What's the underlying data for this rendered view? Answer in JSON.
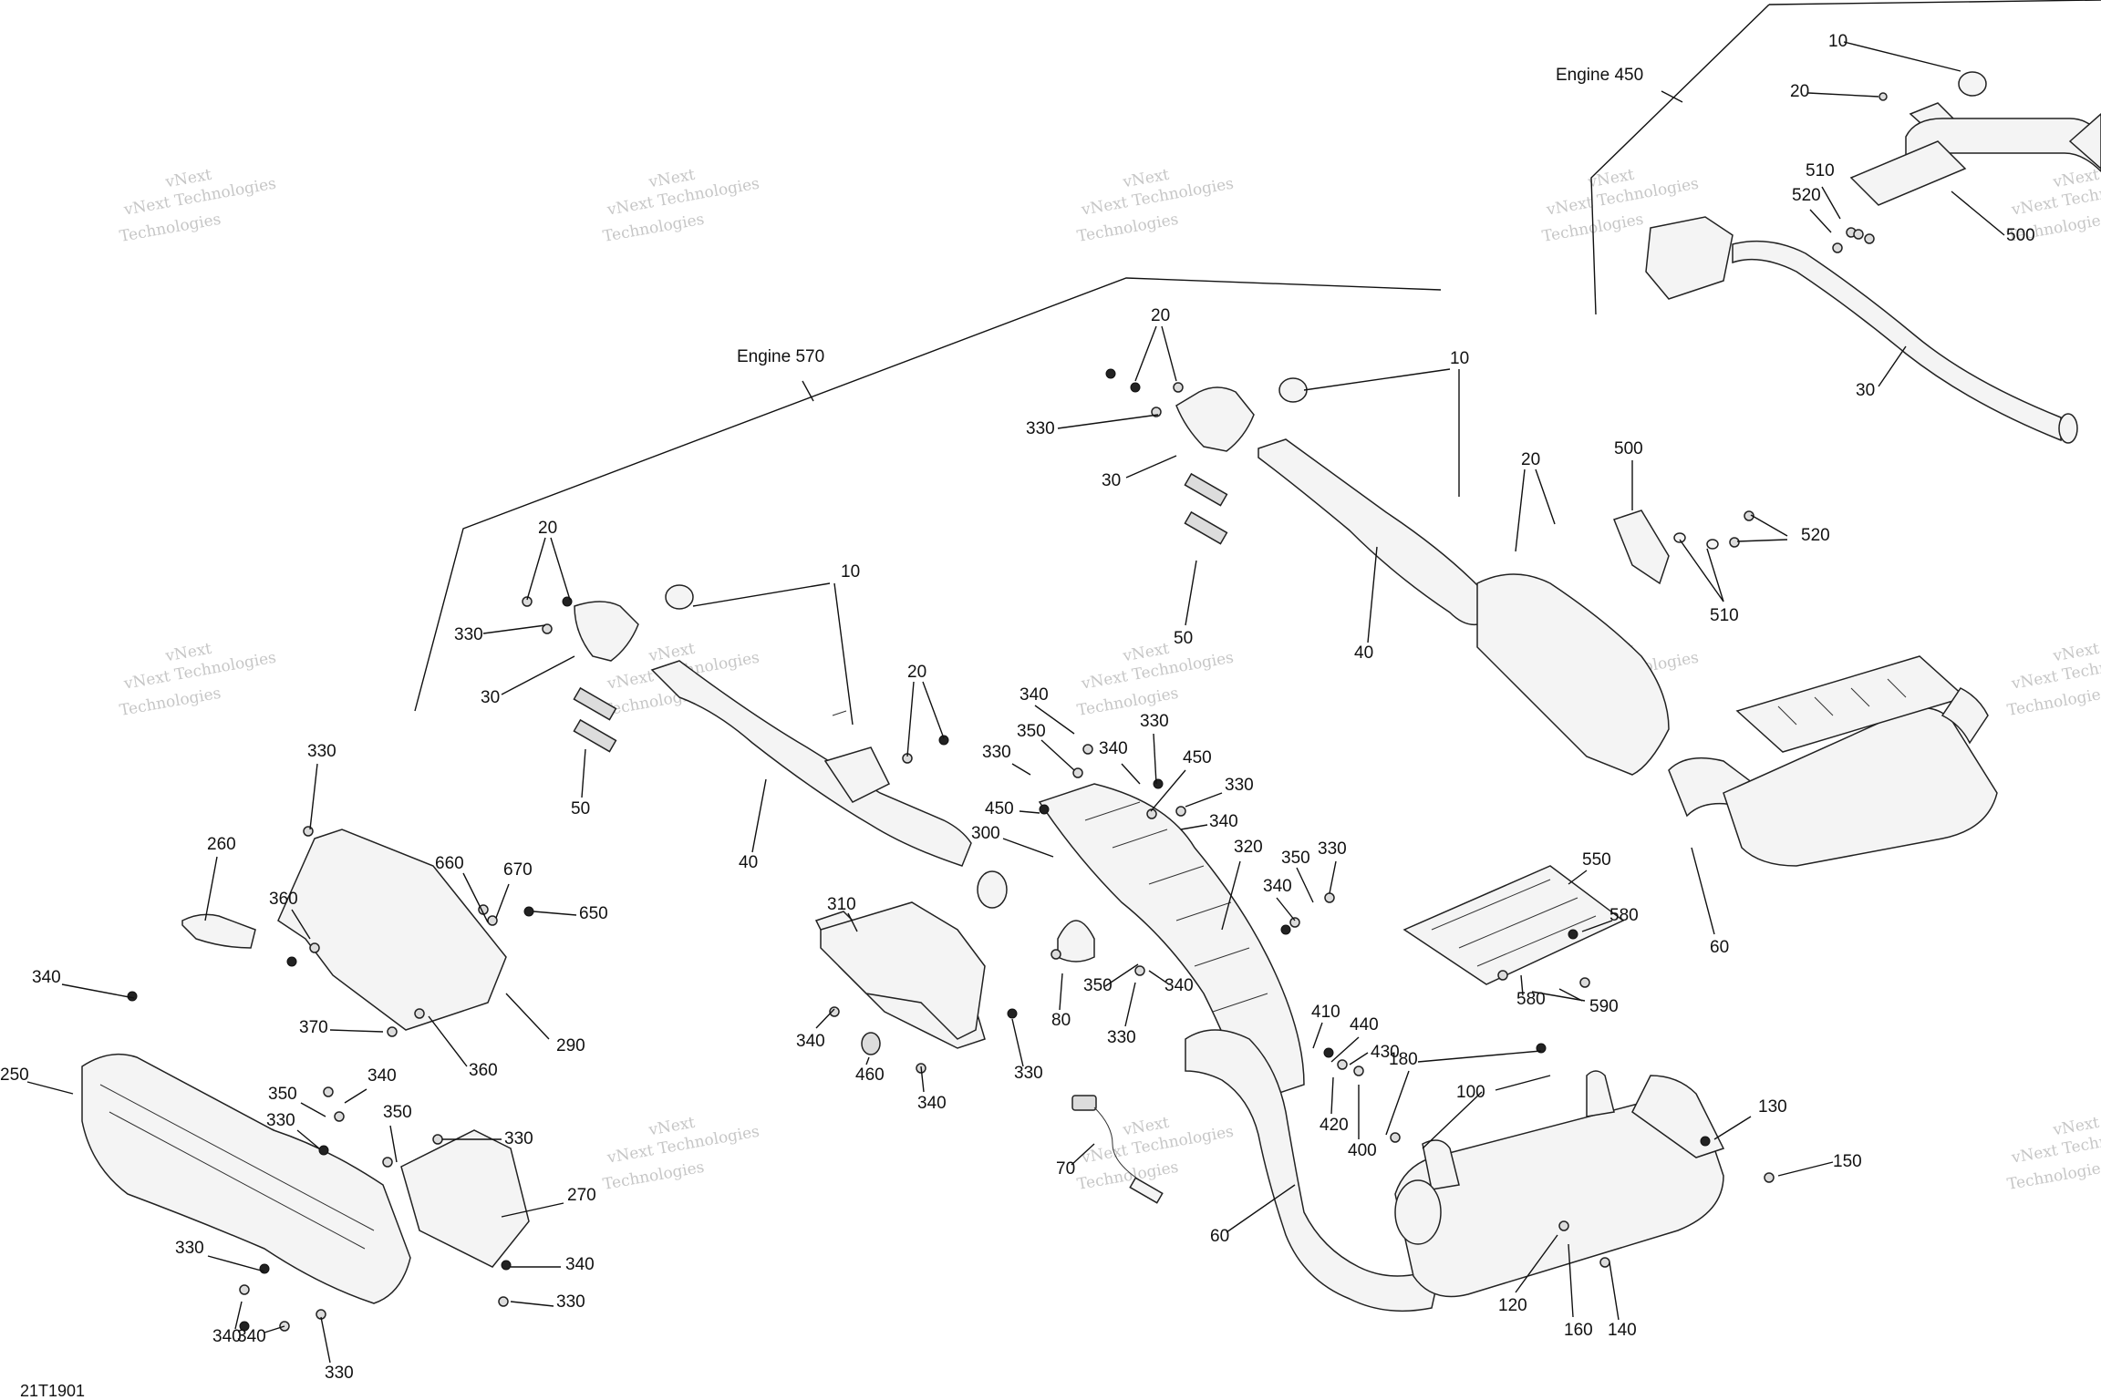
{
  "diagram": {
    "reference_code": "21T1901",
    "watermark": [
      "vNext Technologies",
      "vNext",
      "Technologies"
    ],
    "groups": [
      {
        "id": "engine-450",
        "label": "Engine 450"
      },
      {
        "id": "engine-570",
        "label": "Engine 570"
      }
    ],
    "callouts": [
      "10",
      "20",
      "30",
      "40",
      "50",
      "60",
      "70",
      "80",
      "100",
      "120",
      "130",
      "140",
      "150",
      "160",
      "180",
      "250",
      "260",
      "270",
      "290",
      "300",
      "310",
      "320",
      "330",
      "340",
      "350",
      "360",
      "370",
      "400",
      "410",
      "420",
      "430",
      "440",
      "450",
      "460",
      "500",
      "510",
      "520",
      "550",
      "580",
      "590",
      "650",
      "660",
      "670"
    ]
  }
}
